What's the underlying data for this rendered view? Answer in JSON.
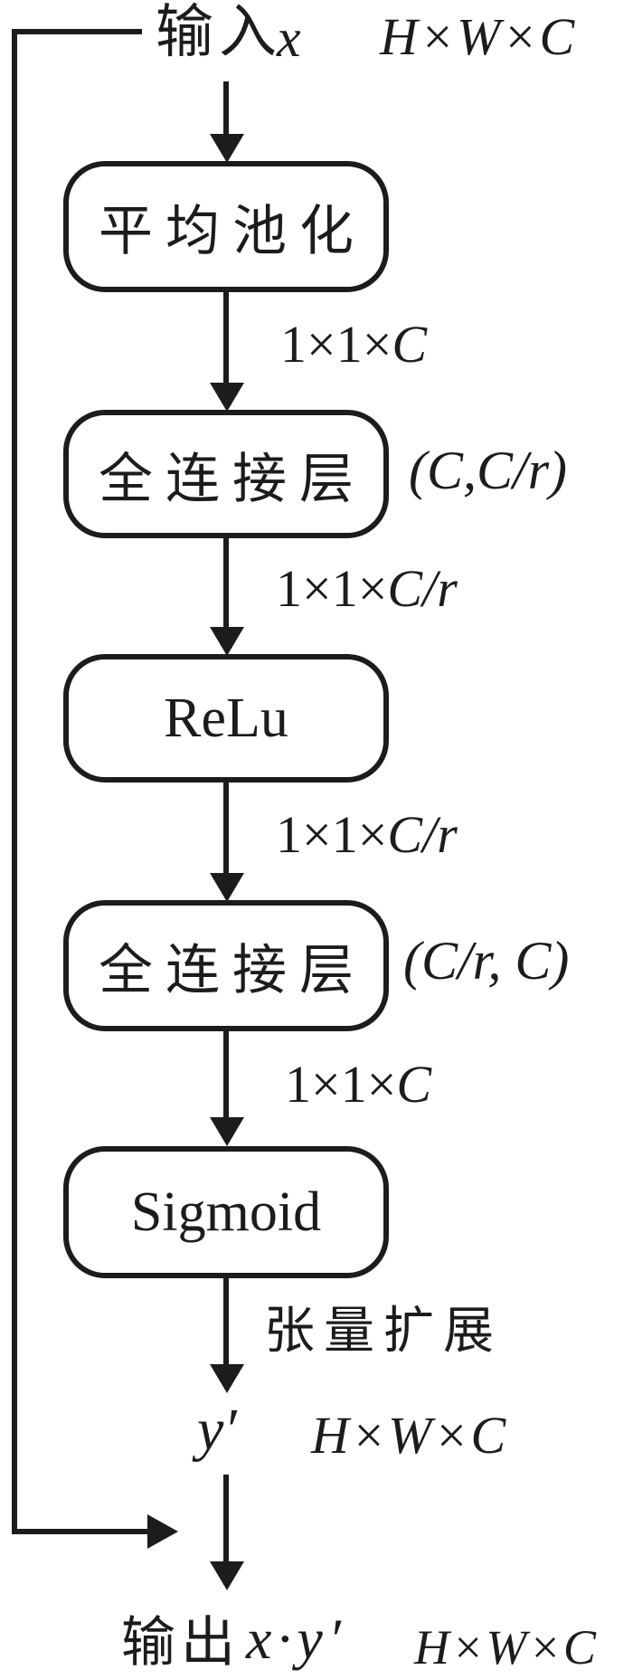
{
  "colors": {
    "line": "#1c1c1c",
    "background": "#ffffff"
  },
  "input": {
    "label": "输入",
    "variable": "x",
    "dim": "H×W×C"
  },
  "boxes": [
    {
      "label": "平均池化"
    },
    {
      "label": "全连接层",
      "side": "(C,C/r)"
    },
    {
      "label": "ReLu"
    },
    {
      "label": "全连接层",
      "side": "(C/r, C)"
    },
    {
      "label": "Sigmoid"
    }
  ],
  "edges": [
    {
      "prefix": "1×1×",
      "variable": "C"
    },
    {
      "prefix": "1×1×",
      "variable": "C/r"
    },
    {
      "prefix": "1×1×",
      "variable": "C/r"
    },
    {
      "prefix": "1×1×",
      "variable": "C"
    },
    {
      "label": "张量扩展"
    }
  ],
  "intermediate": {
    "variable": "y′",
    "dim": "H×W×C"
  },
  "output": {
    "label": "输出",
    "variable": "x·y′",
    "dim": "H×W×C"
  }
}
